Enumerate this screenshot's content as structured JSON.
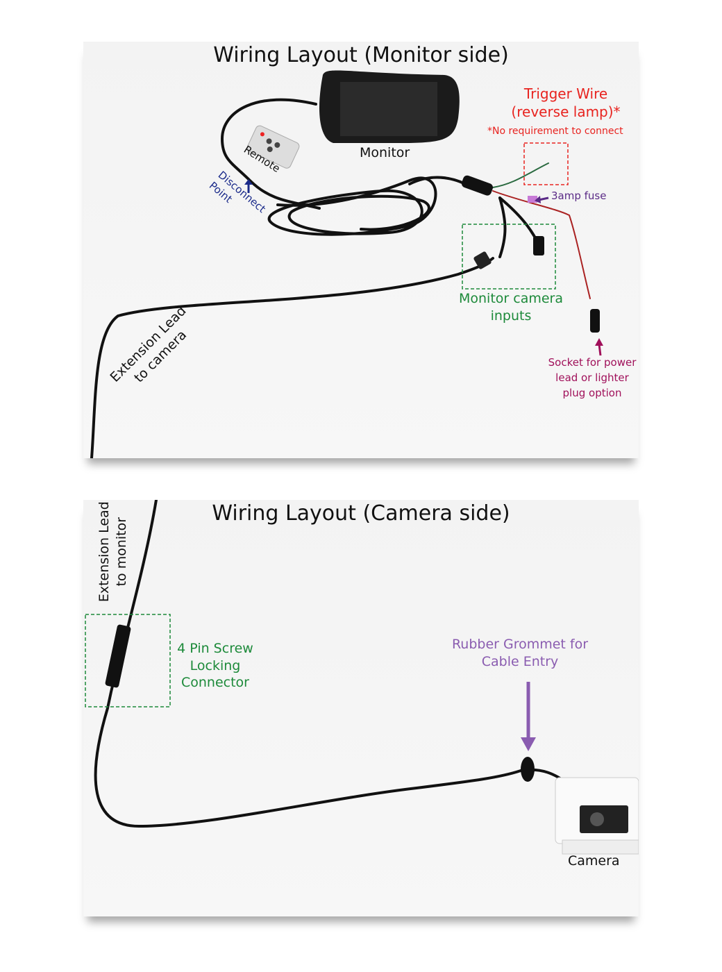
{
  "monitor_side": {
    "title": "Wiring Layout (Monitor side)",
    "labels": {
      "monitor": "Monitor",
      "remote": "Remote",
      "disconnect_point_1": "Disconnect",
      "disconnect_point_2": "Point",
      "trigger_wire_1": "Trigger Wire",
      "trigger_wire_2": "(reverse lamp)*",
      "trigger_note": "*No requirement to connect",
      "fuse": "3amp fuse",
      "camera_inputs_1": "Monitor camera",
      "camera_inputs_2": "inputs",
      "extension_1": "Extension Lead",
      "extension_2": "to camera",
      "socket_1": "Socket for power",
      "socket_2": "lead or lighter",
      "socket_3": "plug option"
    }
  },
  "camera_side": {
    "title": "Wiring Layout (Camera side)",
    "labels": {
      "extension_1": "Extension Lead",
      "extension_2": "to monitor",
      "connector_1": "4 Pin Screw",
      "connector_2": "Locking",
      "connector_3": "Connector",
      "grommet_1": "Rubber Grommet for",
      "grommet_2": "Cable Entry",
      "camera": "Camera"
    }
  },
  "colors": {
    "trigger": "#e8231f",
    "inputs": "#1d8a3a",
    "disconnect": "#1a2a8a",
    "fuse": "#5a2a86",
    "socket": "#a0105a",
    "grommet": "#8a5cb0"
  }
}
